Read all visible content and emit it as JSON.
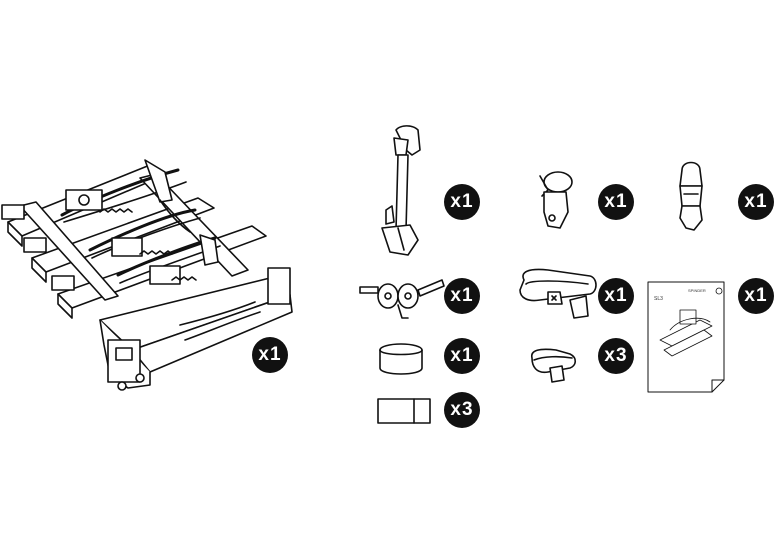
{
  "items": [
    {
      "name": "bike-carrier",
      "qty": "x1"
    },
    {
      "name": "frame-holder-arm",
      "qty": "x1"
    },
    {
      "name": "wheel-clamp-short",
      "qty": "x1"
    },
    {
      "name": "wheel-clamp-tall",
      "qty": "x1"
    },
    {
      "name": "keys",
      "qty": "x1"
    },
    {
      "name": "strap-long",
      "qty": "x1"
    },
    {
      "name": "manual",
      "qty": "x1"
    },
    {
      "name": "ring-spacer",
      "qty": "x1"
    },
    {
      "name": "strap-short",
      "qty": "x3"
    },
    {
      "name": "end-cap",
      "qty": "x3"
    }
  ],
  "manual": {
    "title": "SL3",
    "brand": "SPINDER"
  }
}
